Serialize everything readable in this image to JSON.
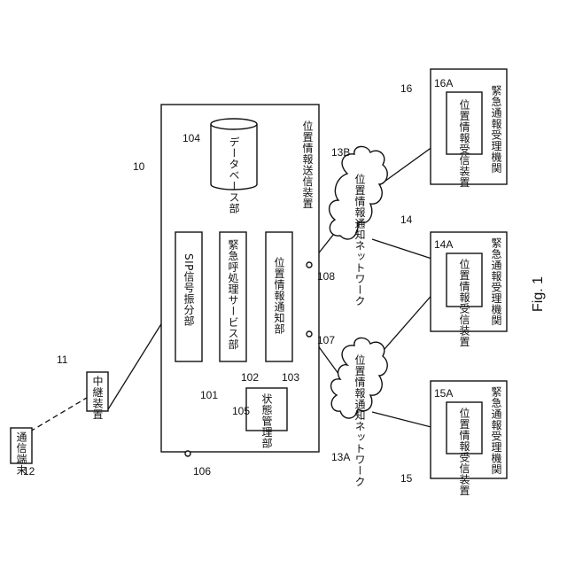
{
  "figure_label": "Fig. 1",
  "nodes": {
    "comm_terminal": "通信端末",
    "relay_device": "中継装置",
    "sender_device": "位置情報送信装置",
    "database": "データベース部",
    "sip": "SIP信号振分部",
    "emergency_service": "緊急呼処理サービス部",
    "location_notify": "位置情報通知部",
    "state_mgmt": "状態管理部",
    "network_a": "位置情報通知ネットワーク",
    "network_b": "位置情報通知ネットワーク",
    "agency_15": "緊急通報受理機関",
    "receiver_15": "位置情報受信装置",
    "agency_14": "緊急通報受理機関",
    "receiver_14": "位置情報受信装置",
    "agency_16": "緊急通報受理機関",
    "receiver_16": "位置情報受信装置"
  },
  "refs": {
    "r10": "10",
    "r11": "11",
    "r12": "12",
    "r101": "101",
    "r102": "102",
    "r103": "103",
    "r104": "104",
    "r105": "105",
    "r106": "106",
    "r107": "107",
    "r108": "108",
    "r13a": "13A",
    "r13b": "13B",
    "r14": "14",
    "r14a": "14A",
    "r15": "15",
    "r15a": "15A",
    "r16": "16",
    "r16a": "16A"
  }
}
